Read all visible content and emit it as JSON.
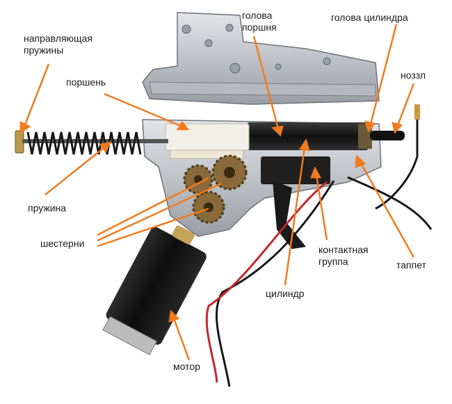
{
  "labels": {
    "spring_guide": "направляющая пружины",
    "piston": "поршень",
    "piston_head": "голова поршня",
    "cylinder_head": "голова цилиндра",
    "nozzle": "ноззл",
    "spring": "пружина",
    "gears": "шестерни",
    "contact_group": "контактная группа",
    "tappet": "таппет",
    "cylinder": "цилиндр",
    "motor": "мотор"
  },
  "colors": {
    "arrow": "#f07a1e",
    "metal_light": "#c9ccd0",
    "metal_dark": "#8c9096",
    "plastic": "#f2efe6",
    "black_part": "#1c1c1c",
    "wire_red": "#c0272d",
    "brass": "#b89a4a"
  }
}
